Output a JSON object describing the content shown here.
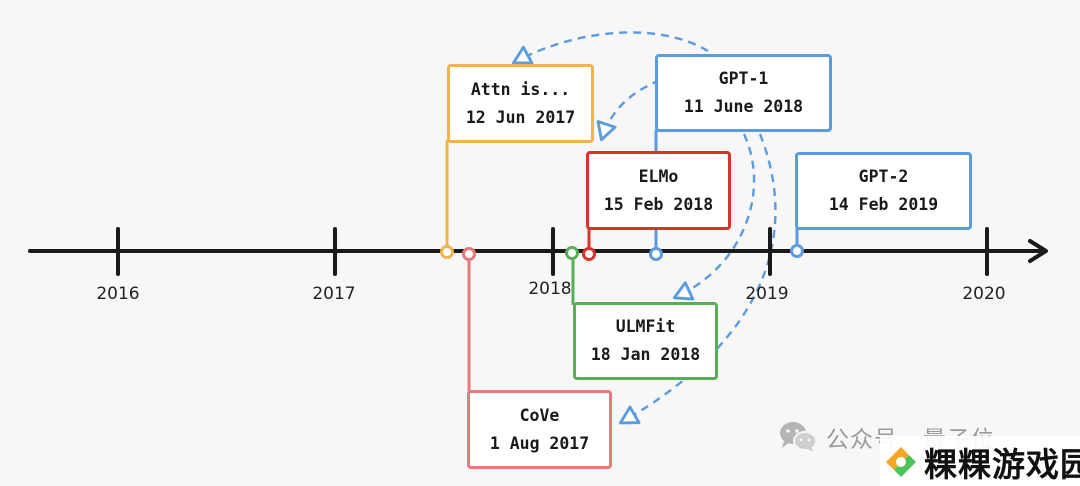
{
  "timeline": {
    "years": [
      "2016",
      "2017",
      "2018",
      "2019",
      "2020"
    ],
    "axis_color": "#1a1a1a"
  },
  "events": [
    {
      "id": "attn",
      "name": "Attn is...",
      "date": "12 Jun 2017",
      "color": "#f0b34e"
    },
    {
      "id": "gpt1",
      "name": "GPT-1",
      "date": "11 June 2018",
      "color": "#5b9be0"
    },
    {
      "id": "elmo",
      "name": "ELMo",
      "date": "15 Feb 2018",
      "color": "#d7342c"
    },
    {
      "id": "gpt2",
      "name": "GPT-2",
      "date": "14 Feb 2019",
      "color": "#5b9be0"
    },
    {
      "id": "ulmfit",
      "name": "ULMFit",
      "date": "18 Jan 2018",
      "color": "#59ad57"
    },
    {
      "id": "cove",
      "name": "CoVe",
      "date": "1 Aug 2017",
      "color": "#e8787a"
    }
  ],
  "influence_arrows": {
    "color": "#5b9be0",
    "links": [
      {
        "from": "gpt1",
        "to": "attn"
      },
      {
        "from": "gpt1",
        "to": "elmo"
      },
      {
        "from": "gpt1",
        "to": "ulmfit"
      },
      {
        "from": "gpt1",
        "to": "cove"
      }
    ]
  },
  "watermark": {
    "source_text": "公众号 · 量子位",
    "icon": "wechat-icon"
  },
  "site_logo": {
    "name": "粿粿游戏园",
    "icon": "site-logo-icon"
  }
}
